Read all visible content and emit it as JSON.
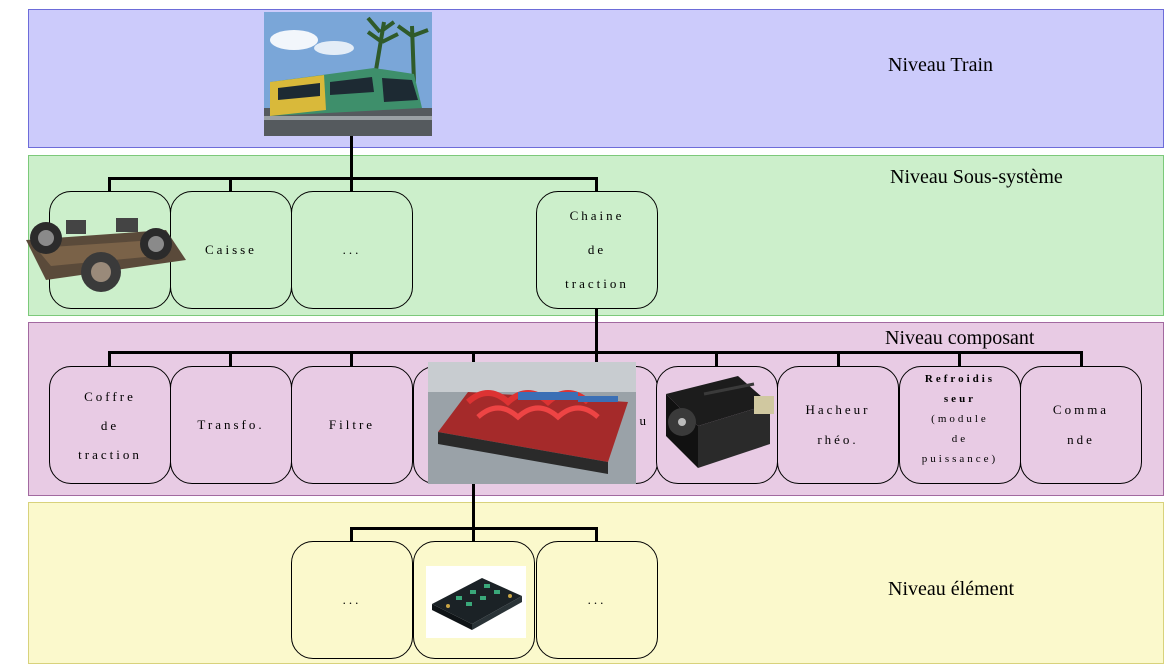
{
  "levels": {
    "train": "Niveau Train",
    "subsystem": "Niveau Sous-système",
    "component": "Niveau composant",
    "element": "Niveau élément"
  },
  "subsystems": {
    "caisse": "Caisse",
    "ellipsis": "...",
    "chaine_l1": "Chaine",
    "chaine_l2": "de",
    "chaine_l3": "traction"
  },
  "components": {
    "coffre_l1": "Coffre",
    "coffre_l2": "de",
    "coffre_l3": "traction",
    "transfo": "Transfo.",
    "filtre": "Filtre",
    "hidden_tail": "u",
    "hacheur_l1": "Hacheur",
    "hacheur_l2": "rhéo.",
    "refroid_l1": "Refroidis",
    "refroid_l2": "seur",
    "refroid_l3": "(module",
    "refroid_l4": "de",
    "refroid_l5": "puissance)",
    "commande_l1": "Comma",
    "commande_l2": "nde"
  },
  "elements": {
    "left": "...",
    "right": "..."
  }
}
